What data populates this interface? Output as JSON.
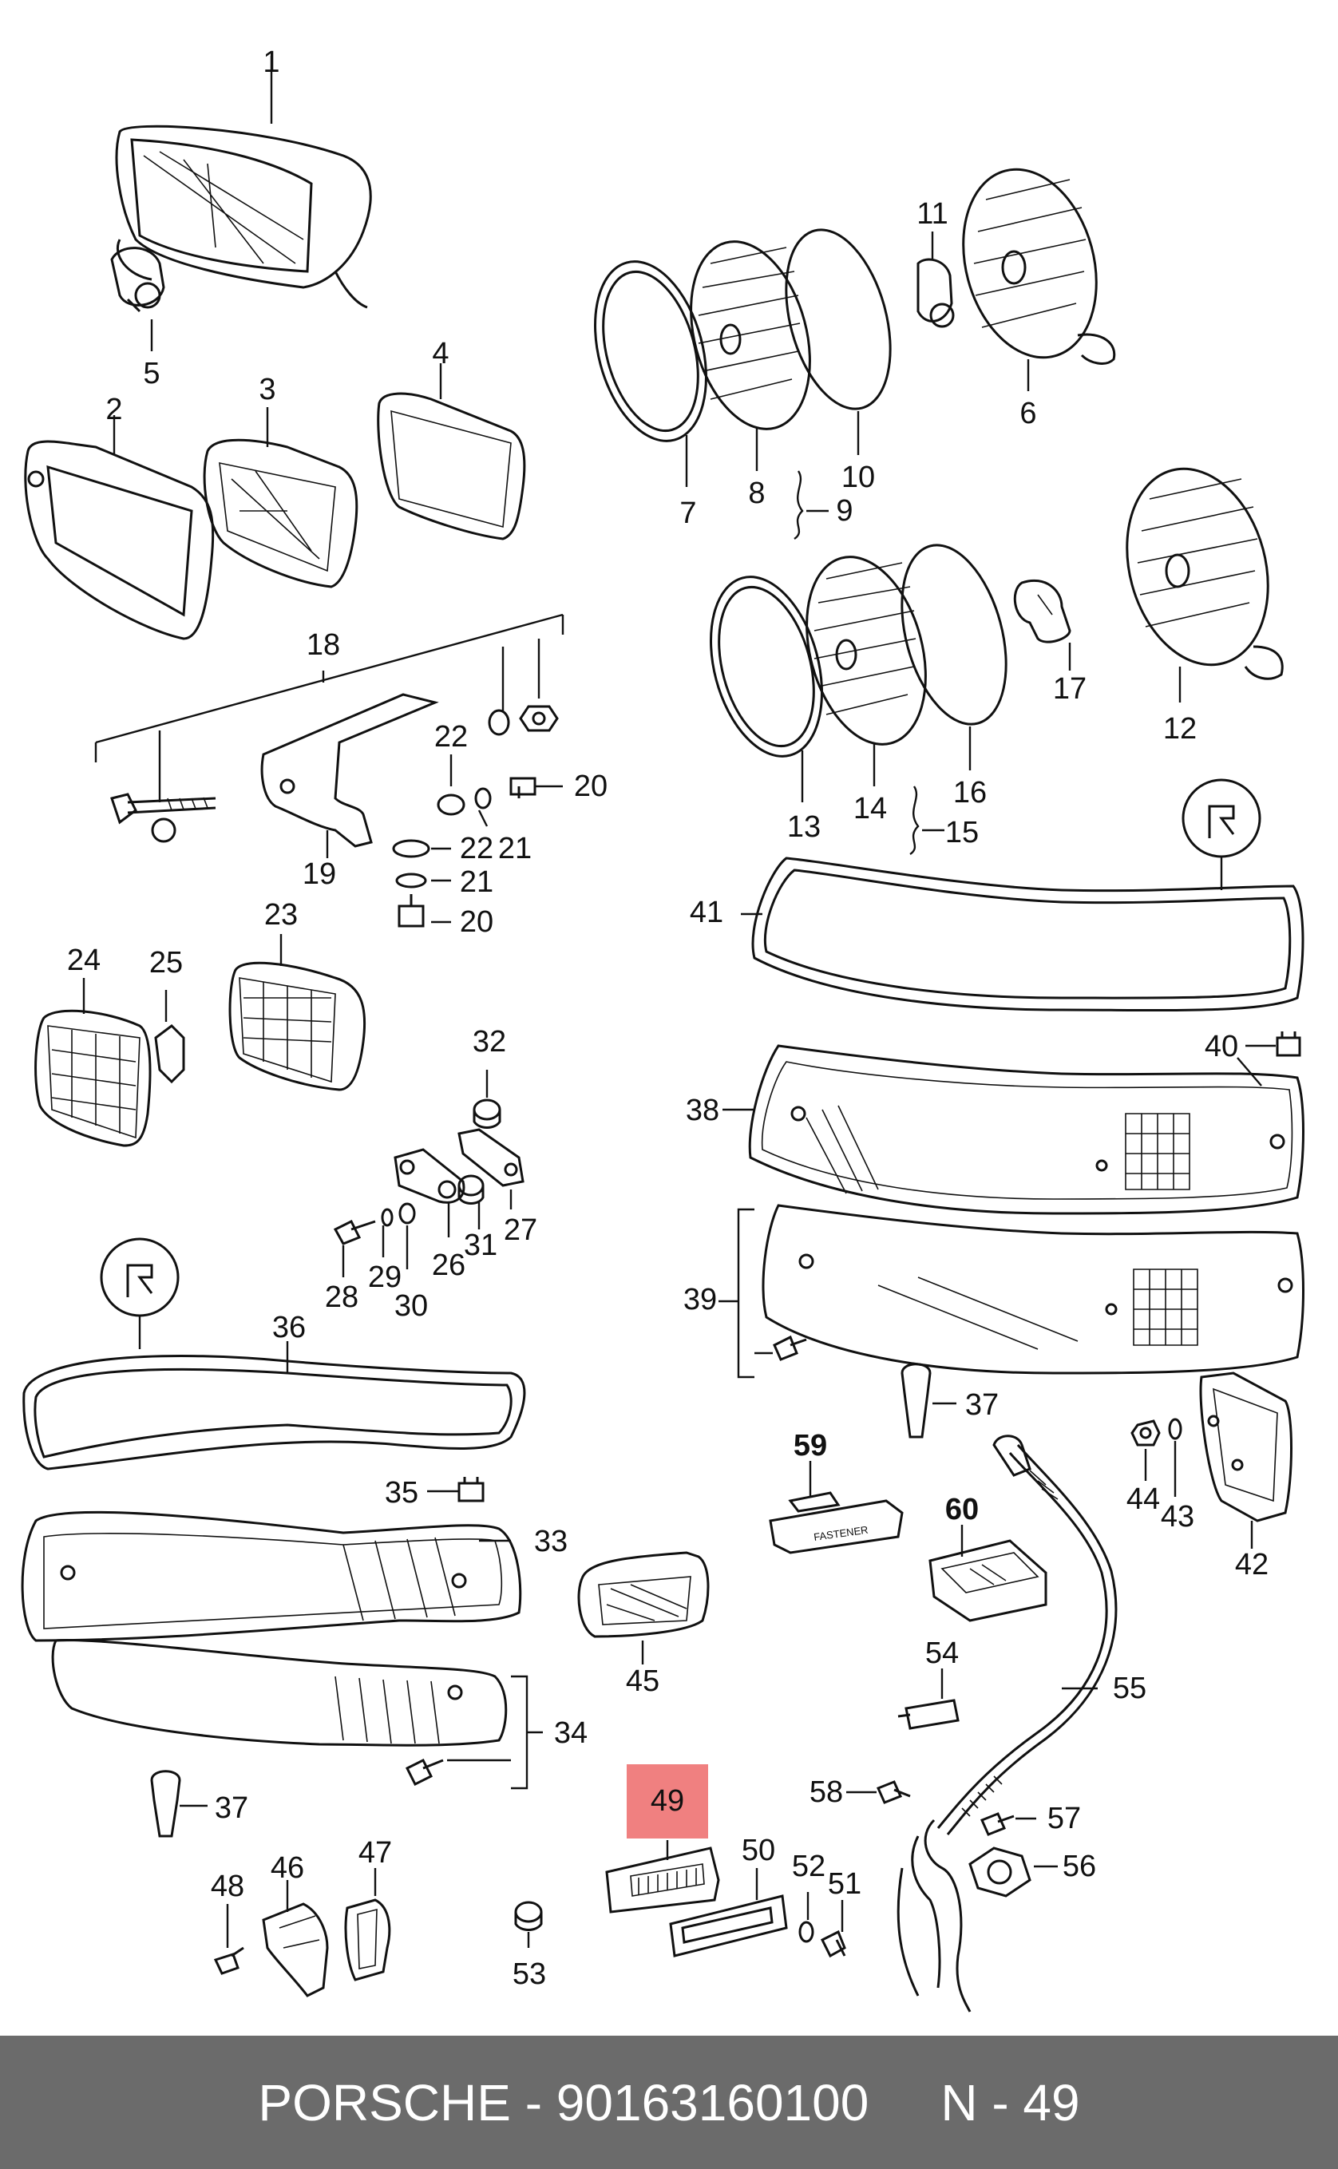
{
  "footer": {
    "brand": "PORSCHE",
    "dash": "-",
    "part_number": "90163160100",
    "ref": "N - 49"
  },
  "highlight": {
    "label": "49",
    "color": "#f08080"
  },
  "callouts": [
    "1",
    "2",
    "3",
    "4",
    "5",
    "6",
    "7",
    "8",
    "9",
    "10",
    "11",
    "12",
    "13",
    "14",
    "15",
    "16",
    "17",
    "18",
    "19",
    "20",
    "20",
    "21",
    "21",
    "22",
    "22",
    "23",
    "24",
    "25",
    "26",
    "27",
    "28",
    "29",
    "30",
    "31",
    "32",
    "33",
    "34",
    "35",
    "36",
    "37",
    "37",
    "38",
    "39",
    "40",
    "41",
    "42",
    "43",
    "44",
    "45",
    "46",
    "47",
    "48",
    "50",
    "51",
    "52",
    "53",
    "54",
    "55",
    "56",
    "57",
    "58",
    "59",
    "60"
  ]
}
